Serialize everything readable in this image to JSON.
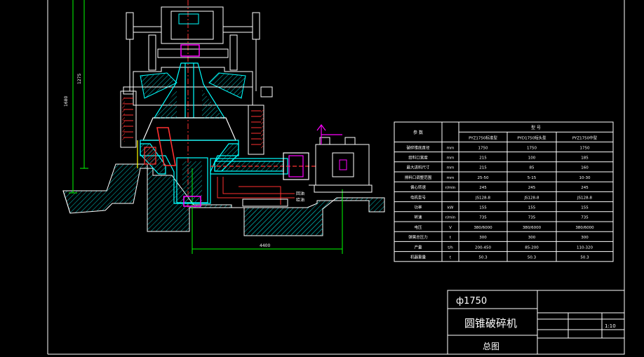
{
  "drawing": {
    "title_block": {
      "spec": "ф1750",
      "name": "圆锥破碎机",
      "sheet": "总图",
      "scale": "1:10"
    },
    "dims": {
      "height_total": "1680",
      "height_upper": "1275",
      "width_base": "4400"
    },
    "leaders": {
      "in": "回油",
      "out": "给油"
    },
    "param_table": {
      "header_param": "参 数",
      "header_models": "型 号",
      "models": [
        "PYZ1750标准型",
        "PYD1750短头型",
        "PYZ1750中型"
      ],
      "rows": [
        {
          "name": "破碎锥底直径",
          "unit": "mm",
          "values": [
            "1750",
            "1750",
            "1750"
          ]
        },
        {
          "name": "给料口宽度",
          "unit": "mm",
          "values": [
            "215",
            "100",
            "185"
          ]
        },
        {
          "name": "最大进料尺寸",
          "unit": "mm",
          "values": [
            "215",
            "85",
            "160"
          ]
        },
        {
          "name": "排料口调整范围",
          "unit": "mm",
          "values": [
            "25-50",
            "5-15",
            "10-30"
          ]
        },
        {
          "name": "偏心转速",
          "unit": "r/min",
          "values": [
            "245",
            "245",
            "245"
          ]
        },
        {
          "name": "电机型号",
          "unit": "",
          "values": [
            "JS128-8",
            "JS128-8",
            "JS128-8"
          ]
        },
        {
          "name": "功率",
          "unit": "kW",
          "values": [
            "155",
            "155",
            "155"
          ]
        },
        {
          "name": "转速",
          "unit": "r/min",
          "values": [
            "735",
            "735",
            "735"
          ]
        },
        {
          "name": "电压",
          "unit": "V",
          "values": [
            "380/6000",
            "380/6000",
            "380/6000"
          ]
        },
        {
          "name": "弹簧总压力",
          "unit": "t",
          "values": [
            "300",
            "300",
            "300"
          ]
        },
        {
          "name": "产量",
          "unit": "t/h",
          "values": [
            "200-450",
            "85-200",
            "110-320"
          ]
        },
        {
          "name": "机器重量",
          "unit": "t",
          "values": [
            "50.3",
            "50.3",
            "50.3"
          ]
        }
      ]
    }
  }
}
